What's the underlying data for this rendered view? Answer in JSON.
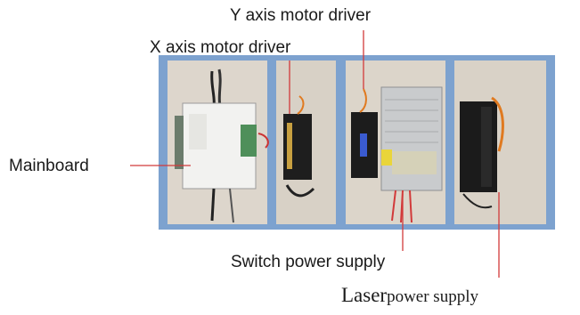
{
  "labels": {
    "y_driver": "Y axis motor driver",
    "x_driver": "X axis motor driver",
    "mainboard": "Mainboard",
    "switch_psu": "Switch power supply",
    "laser_psu_a": "Laser",
    "laser_psu_b": "power supply"
  },
  "colors": {
    "frame": "#7da2cf",
    "panel": "#ddd6cc",
    "leader_line": "#d23a3a"
  }
}
